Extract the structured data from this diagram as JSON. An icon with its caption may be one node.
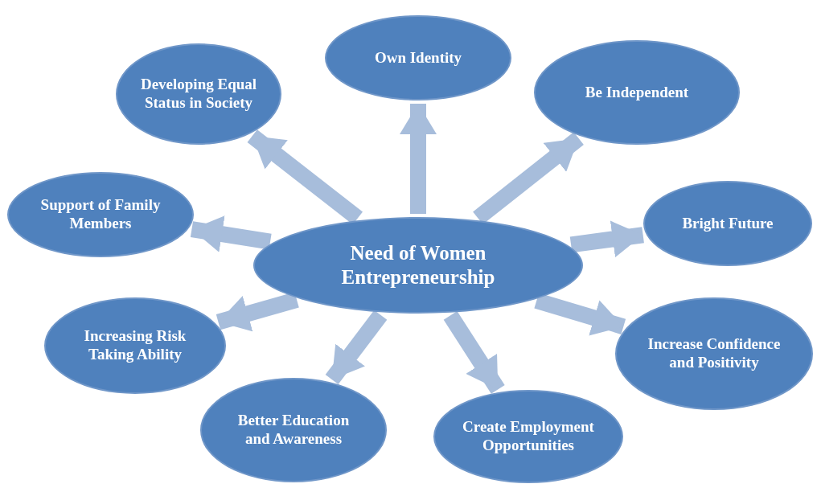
{
  "diagram": {
    "nodes": [
      {
        "text": [
          "Need of Women Entrepreneurship"
        ]
      },
      {
        "text": [
          "Own Identity"
        ]
      },
      {
        "text": [
          "Be Independent"
        ]
      },
      {
        "text": [
          "Bright Future"
        ]
      },
      {
        "text": [
          "Increase Confidence and Positivity"
        ]
      },
      {
        "text": [
          "Create Employment Opportunities"
        ]
      },
      {
        "text": [
          "Better Education and Awareness"
        ]
      },
      {
        "text": [
          "Increasing Risk Taking Ability"
        ]
      },
      {
        "text": [
          "Support of Family Members"
        ]
      },
      {
        "text": [
          "Developing Equal Status in Society"
        ]
      }
    ],
    "edges": [
      {
        "from": 0,
        "to": 1,
        "arrow": "to"
      },
      {
        "from": 0,
        "to": 2,
        "arrow": "to"
      },
      {
        "from": 0,
        "to": 3,
        "arrow": "to"
      },
      {
        "from": 0,
        "to": 4,
        "arrow": "to"
      },
      {
        "from": 0,
        "to": 5,
        "arrow": "to"
      },
      {
        "from": 0,
        "to": 6,
        "arrow": "to"
      },
      {
        "from": 0,
        "to": 7,
        "arrow": "to"
      },
      {
        "from": 0,
        "to": 8,
        "arrow": "to"
      },
      {
        "from": 0,
        "to": 9,
        "arrow": "to"
      }
    ]
  }
}
